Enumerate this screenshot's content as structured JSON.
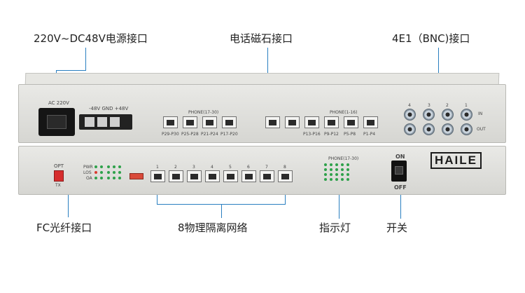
{
  "callouts": {
    "power_port": "220V~DC48V电源接口",
    "magneto_phone_port": "电话磁石接口",
    "e1_bnc_port": "4E1（BNC)接口",
    "fc_fiber_port": "FC光纤接口",
    "ethernet_8_port": "8物理隔离网络",
    "indicator_lights": "指示灯",
    "power_switch": "开关"
  },
  "rear_panel": {
    "ac_label": "AC 220V",
    "dc_label": "-48V GND +48V",
    "phone_group_a_title": "PHONE(17-30)",
    "phone_group_a_ports": [
      "P29-P30",
      "P25-P28",
      "P21-P24",
      "P17-P20"
    ],
    "phone_group_b_title": "PHONE(1-16)",
    "phone_group_b_ports": [
      "P13-P16",
      "P9-P12",
      "P5-P8",
      "P1-P4"
    ],
    "bnc_numbers": [
      "4",
      "3",
      "2",
      "1"
    ],
    "bnc_in": "IN",
    "bnc_out": "OUT"
  },
  "front_panel": {
    "opt_label": "OPT",
    "tx_label": "TX",
    "status_labels": [
      "PWR",
      "LOS",
      "OA"
    ],
    "eth_numbers": [
      "1",
      "2",
      "3",
      "4",
      "5",
      "6",
      "7",
      "8"
    ],
    "indicator_title": "PHONE(17-30)",
    "brand": "HAILE",
    "switch_on": "ON",
    "switch_off": "OFF"
  },
  "colors": {
    "callout_line": "#2a7fc0",
    "chassis": "#dededa",
    "led_green": "#2da14a",
    "led_red": "#d83b2f",
    "power_button": "#d62d2d"
  }
}
